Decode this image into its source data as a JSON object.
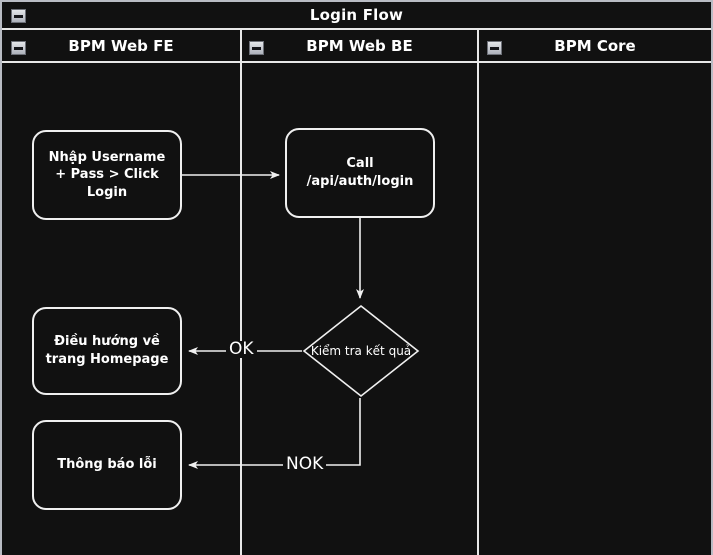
{
  "diagram": {
    "title": "Login Flow",
    "collapse_icon": "minus-icon",
    "colors": {
      "background": "#111111",
      "stroke": "#e8e8e8",
      "text": "#ffffff",
      "widget_face": "#cfd2d8"
    },
    "lanes": [
      {
        "id": "fe",
        "label": "BPM Web FE"
      },
      {
        "id": "be",
        "label": "BPM Web BE"
      },
      {
        "id": "core",
        "label": "BPM Core"
      }
    ],
    "nodes": [
      {
        "id": "n1",
        "lane": "fe",
        "type": "process",
        "label": "Nhập Username + Pass > Click Login"
      },
      {
        "id": "n2",
        "lane": "be",
        "type": "process",
        "label": "Call /api/auth/login"
      },
      {
        "id": "n3",
        "lane": "be",
        "type": "decision",
        "label": "Kiểm tra kết quả"
      },
      {
        "id": "n4",
        "lane": "fe",
        "type": "process",
        "label": "Điều hướng về trang Homepage"
      },
      {
        "id": "n5",
        "lane": "fe",
        "type": "process",
        "label": "Thông báo lỗi"
      }
    ],
    "edges": [
      {
        "from": "n1",
        "to": "n2",
        "label": ""
      },
      {
        "from": "n2",
        "to": "n3",
        "label": ""
      },
      {
        "from": "n3",
        "to": "n4",
        "label": "OK"
      },
      {
        "from": "n3",
        "to": "n5",
        "label": "NOK"
      }
    ]
  }
}
